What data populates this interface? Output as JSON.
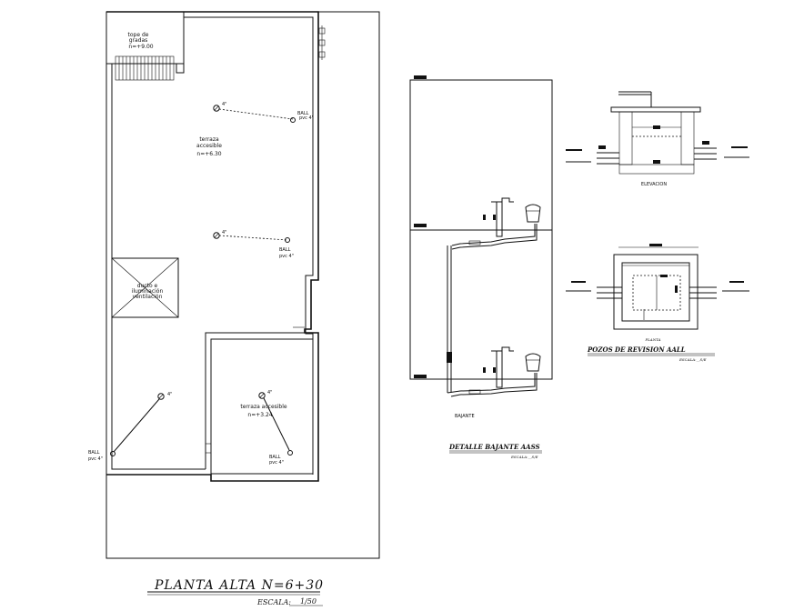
{
  "planta": {
    "title": "PLANTA ALTA N=6+30",
    "scale_label": "ESCALA:",
    "scale_value": "1/50",
    "tope_label_1": "tope de",
    "tope_label_2": "gradas",
    "tope_level": "n=+9.00",
    "terraza_label_1": "terraza",
    "terraza_label_2": "accesible",
    "terraza_level": "n=+6.30",
    "ducto_1": "ducto e",
    "ducto_2": "iluminación",
    "ducto_3": "ventilación",
    "terraza2_label": "terraza accesible",
    "terraza2_level": "n=+3.24",
    "drains": [
      {
        "size": "4\"",
        "ball": "BALL",
        "pvc": "pvc 4\""
      },
      {
        "size": "4\"",
        "ball": "BALL",
        "pvc": "pvc 4\""
      },
      {
        "size": "4\"",
        "ball": "BALL",
        "pvc": "pvc 4\""
      },
      {
        "size": "4\"",
        "ball": "BALL",
        "pvc": "pvc 4\""
      }
    ]
  },
  "bajante": {
    "label": "BAJANTE",
    "title": "DETALLE BAJANTE AASS",
    "scale": "ESCALA:__S/E"
  },
  "pozos": {
    "elevacion_label": "ELEVACION",
    "planta_label": "PLANTA",
    "title": "POZOS DE REVISION AALL",
    "scale": "ESCALA:__S/E"
  }
}
